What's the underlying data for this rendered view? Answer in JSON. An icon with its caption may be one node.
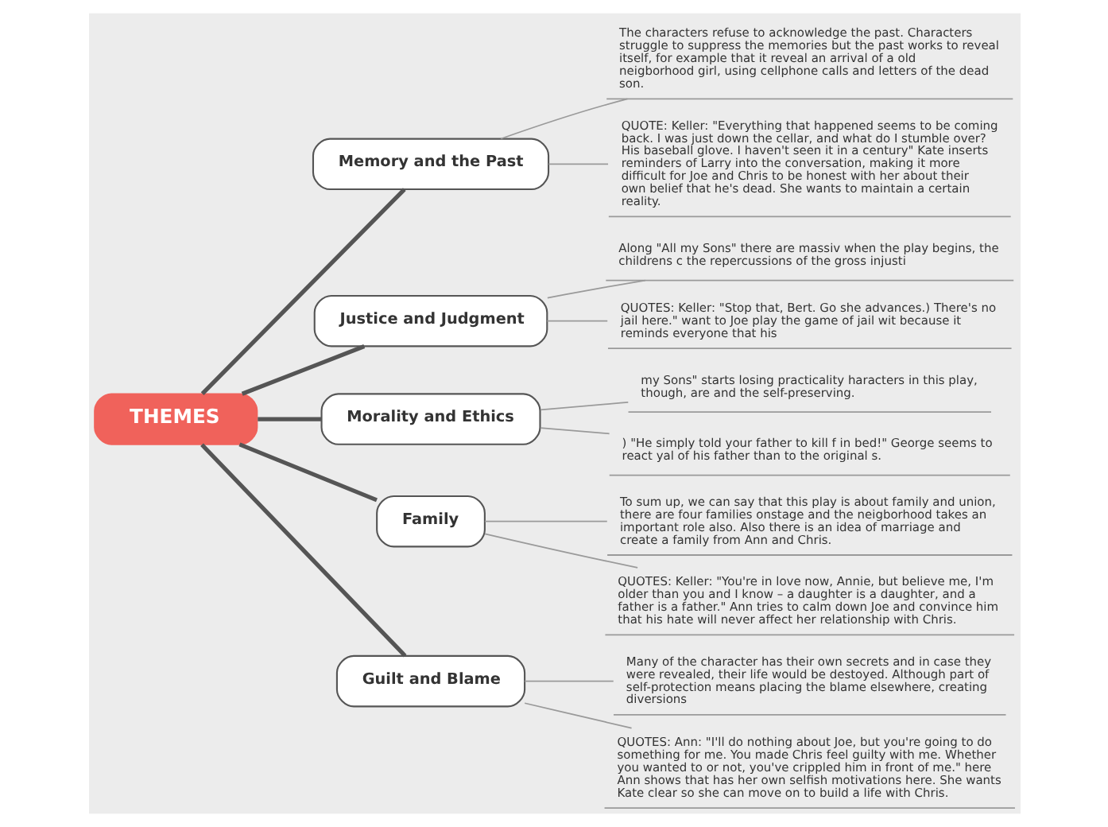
{
  "diagram": {
    "nodes": [
      {
        "text": [
          "THEMES"
        ]
      },
      {
        "text": [
          "Memory and the Past"
        ]
      },
      {
        "text": [
          "The characters refuse to acknowledge the past. Characters struggle to suppress the memories but the past works to reveal itself, for example that it reveal an arrival of a old neigborhood girl, using cellphone calls and letters of the dead son."
        ]
      },
      {
        "text": [
          "QUOTE: Keller: \"Everything that happened seems to be coming back. I was just down the cellar, and what do I stumble over? His baseball glove. I haven't seen it in a century\" Kate inserts reminders of Larry into the conversation, making it more difficult for Joe and Chris to be honest with her about their own belief that he's dead. She wants to maintain a certain reality."
        ]
      },
      {
        "text": [
          "Justice and Judgment"
        ]
      },
      {
        "text": [
          "Along \"All my Sons\" there are massiv when the play begins, the childrens c the repercussions of the gross injusti"
        ]
      },
      {
        "text": [
          "QUOTES: Keller: \"Stop that, Bert. Go she advances.) There's no jail here.\" want to Joe play the game of jail wit because it reminds everyone that his"
        ]
      },
      {
        "text": [
          "Morality and Ethics"
        ]
      },
      {
        "text": [
          "my Sons\" starts losing practicality haracters in this play, though, are and the self-preserving."
        ]
      },
      {
        "text": [
          ") \"He simply told your father to kill f in bed!\" George seems to react yal of his father than to the original s."
        ]
      },
      {
        "text": [
          "Family"
        ]
      },
      {
        "text": [
          "To sum up, we can say that this play is about family and union, there are four families onstage and the neigborhood takes an important role also. Also there is an idea of marriage and create a family from Ann and Chris."
        ]
      },
      {
        "text": [
          "QUOTES: Keller: \"You're in love now, Annie, but believe me, I'm older than you and I know – a daughter is a daughter, and a father is a father.\" Ann tries to calm down Joe and convince him that his hate will never affect her relationship with Chris."
        ]
      },
      {
        "text": [
          "Guilt and Blame"
        ]
      },
      {
        "text": [
          "Many of the character has their own secrets and in case they were revealed, their life would be destoyed. Although part of self-protection means placing the blame elsewhere, creating diversions"
        ]
      },
      {
        "text": [
          "QUOTES: Ann: \"I'll do nothing about Joe, but you're going to do something for me. You made Chris feel guilty with me. Whether you wanted to or not, you've crippled him in front of me.\" here Ann shows that has her own selfish motivations here. She wants Kate clear so she can move on to build a life with Chris."
        ]
      }
    ],
    "edges": [
      {
        "from": 0,
        "to": 1,
        "arrow": "none",
        "style": "thick",
        "color": "#555555"
      },
      {
        "from": 1,
        "to": 2,
        "arrow": "none"
      },
      {
        "from": 1,
        "to": 3,
        "arrow": "none"
      },
      {
        "from": 0,
        "to": 4,
        "arrow": "none",
        "style": "thick",
        "color": "#555555"
      },
      {
        "from": 4,
        "to": 5,
        "arrow": "none"
      },
      {
        "from": 4,
        "to": 6,
        "arrow": "none"
      },
      {
        "from": 0,
        "to": 7,
        "arrow": "none",
        "style": "thick",
        "color": "#555555"
      },
      {
        "from": 7,
        "to": 8,
        "arrow": "none"
      },
      {
        "from": 7,
        "to": 9,
        "arrow": "none"
      },
      {
        "from": 0,
        "to": 10,
        "arrow": "none",
        "style": "thick",
        "color": "#555555"
      },
      {
        "from": 10,
        "to": 11,
        "arrow": "none"
      },
      {
        "from": 10,
        "to": 12,
        "arrow": "none"
      },
      {
        "from": 0,
        "to": 13,
        "arrow": "none",
        "style": "thick",
        "color": "#555555"
      },
      {
        "from": 13,
        "to": 14,
        "arrow": "none"
      },
      {
        "from": 13,
        "to": 15,
        "arrow": "none"
      }
    ]
  }
}
